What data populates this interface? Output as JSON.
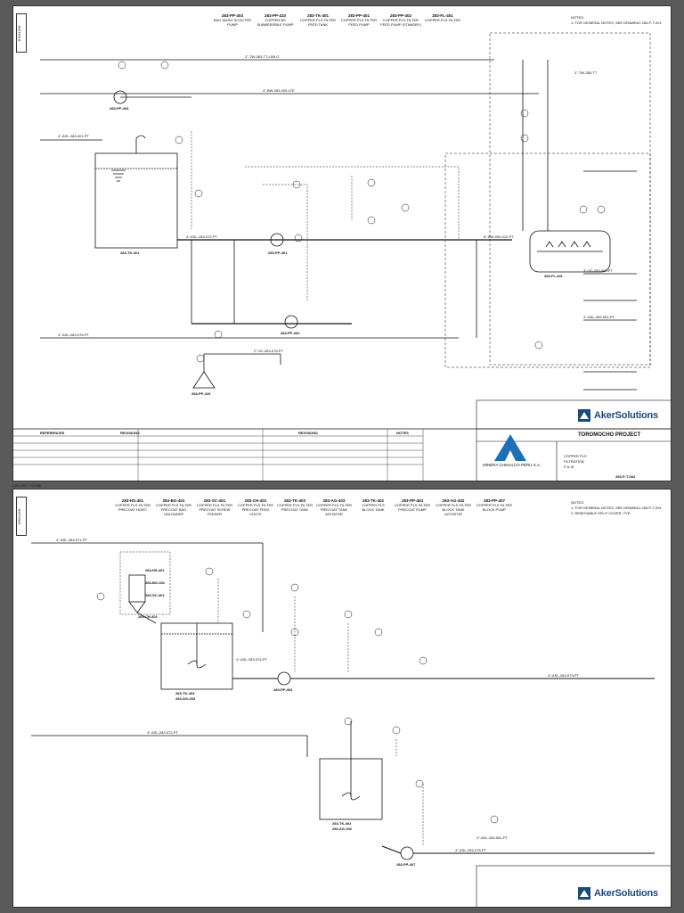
{
  "sheet1": {
    "tab": "ENGLISH",
    "equipment_headers": [
      {
        "tag": "283-PP-403",
        "desc": "BAG WASH SCOUTER PUMP"
      },
      {
        "tag": "283-PP-410",
        "desc": "COPPER BS SUBMERSIBLE PUMP"
      },
      {
        "tag": "283-TK-401",
        "desc": "COPPER PLS FILTER FEED TANK"
      },
      {
        "tag": "283-PP-401",
        "desc": "COPPER PLS FILTER FEED PUMP"
      },
      {
        "tag": "283-PP-402",
        "desc": "COPPER PLS FILTER FEED PUMP (STANDBY)"
      },
      {
        "tag": "283-FL-401",
        "desc": "COPPER PLS FILTER"
      }
    ],
    "notes_title": "NOTES:",
    "notes": [
      "1. FOR GENERAL NOTES, SEE DRAWING 283-P-T-001"
    ],
    "equipment_tags": {
      "tank": "283-TK-401",
      "pump_a": "283-PP-401",
      "pump_b": "283-PP-402",
      "filter": "283-FL-401",
      "sump_pump": "283-PP-410",
      "booster": "283-PP-403"
    },
    "line_labels": [
      "2\"-TW-283-TT-LSB-G",
      "4\"-BW-283-005-LTE",
      "4\"-ASL-283-001-PT",
      "4\"-ASL-283-072-PT",
      "4\"-ASL-283-076-PT",
      "2\"-SC-283-076-PT",
      "6\"-BW-283-010-PT",
      "4\"-ASL-283-061-PT",
      "2\"-TW-283-TT",
      "3\"-SC-283-050-PT"
    ],
    "revisions_title": "REVISIONS",
    "references_title": "REFERENCES",
    "notes_block_title": "NOTES",
    "project": "TOROMOCHO PROJECT",
    "client": "MINERA CHINALCO PERU S.A.",
    "drawing_title": [
      "COPPER PLS",
      "FILTRATION",
      "P & ID"
    ],
    "drawing_no": "283-P-T-081",
    "company": "AkerSolutions",
    "footnote": "D09-4052 7/2/046"
  },
  "sheet2": {
    "tab": "ENGLISH",
    "equipment_headers": [
      {
        "tag": "283-HS-401",
        "desc": "COPPER PLS FILTER PRECOAT HOIST"
      },
      {
        "tag": "283-BG-401",
        "desc": "COPPER PLS FILTER PRECOAT BAG UNLOADER"
      },
      {
        "tag": "283-SC-401",
        "desc": "COPPER PLS FILTER PRECOAT SCREW FEEDER"
      },
      {
        "tag": "283-CH-401",
        "desc": "COPPER PLS FILTER PRECOAT FEED CHUTE"
      },
      {
        "tag": "283-TK-403",
        "desc": "COPPER PLS FILTER PRECOAT TANK"
      },
      {
        "tag": "283-AG-403",
        "desc": "COPPER PLS FILTER PRECOAT TANK AGITATOR"
      },
      {
        "tag": "283-TK-402",
        "desc": "COPPER PLS BLOCK TANK"
      },
      {
        "tag": "283-PP-404",
        "desc": "COPPER PLS FILTER PRECOAT PUMP"
      },
      {
        "tag": "283-AG-402",
        "desc": "COPPER PLS FILTER BLOCK TANK AGITATOR"
      },
      {
        "tag": "283-PP-407",
        "desc": "COPPER PLS FILTER BLOCK PUMP"
      }
    ],
    "notes_title": "NOTES:",
    "notes": [
      "1. FOR GENERAL NOTES, SEE DRAWING 283-P-T-001",
      "2. REMOVABLE SPLIT COVER, TYP."
    ],
    "equipment_tags": {
      "hoist": "283-HS-401",
      "bag": "283-BG-401",
      "screw": "283-SC-401",
      "chute": "283-CH-401",
      "precoat_tank": "283-TK-403",
      "precoat_agitator": "283-AG-403",
      "precoat_pump": "283-PP-404",
      "block_tank": "283-TK-402",
      "block_agitator": "283-AG-402",
      "block_pump": "283-PP-407"
    },
    "line_labels": [
      "4\"-ASL-283-071-PT",
      "4\"-ASL-283-072-PT",
      "4\"-ASL-283-073-PT",
      "4\"-ASL-283-074-PT",
      "4\"-ASL-283-075-PT",
      "4\"-ASL-283-061-PT"
    ],
    "company": "AkerSolutions"
  }
}
